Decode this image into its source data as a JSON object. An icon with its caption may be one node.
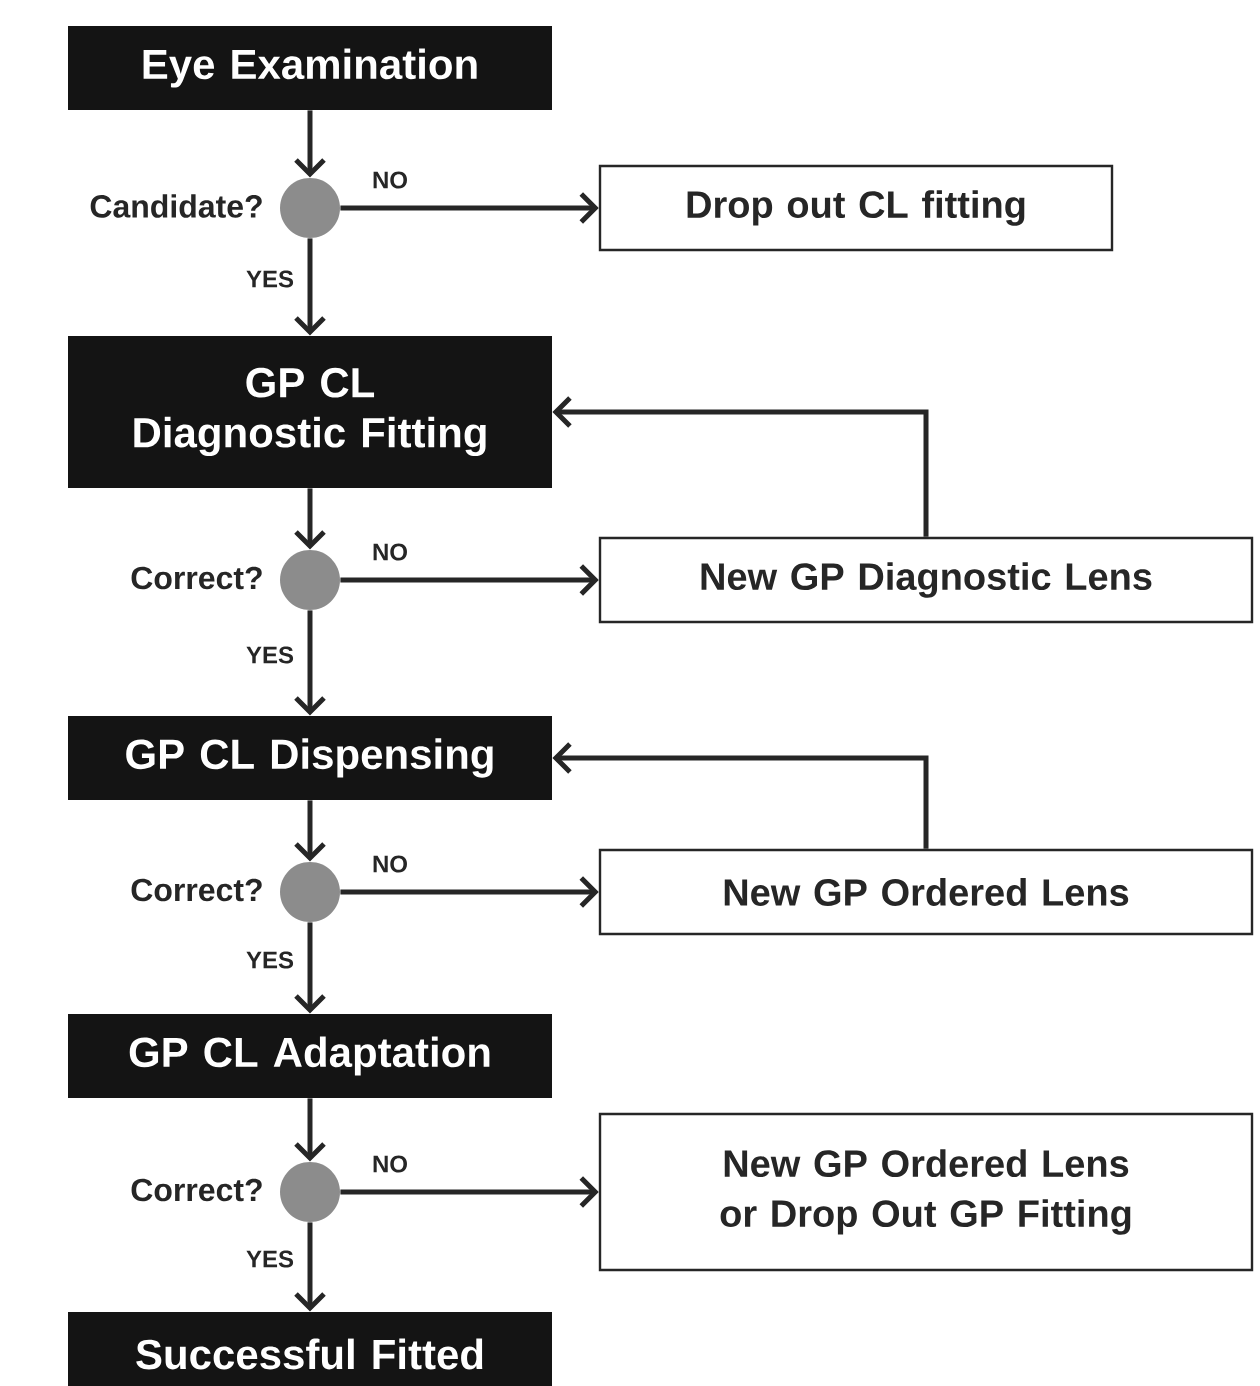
{
  "diagram": {
    "nodes": [
      {
        "text": [
          "Eye Examination"
        ]
      },
      {
        "text": [],
        "shape": "circle",
        "beside": [
          "Candidate?"
        ]
      },
      {
        "text": [
          "Drop out CL fitting"
        ]
      },
      {
        "text": [
          "GP CL Diagnostic Fitting"
        ]
      },
      {
        "text": [],
        "shape": "circle",
        "beside": [
          "Correct?"
        ]
      },
      {
        "text": [
          "New GP Diagnostic Lens"
        ]
      },
      {
        "text": [
          "GP CL Dispensing"
        ]
      },
      {
        "text": [],
        "shape": "circle",
        "beside": [
          "Correct?"
        ]
      },
      {
        "text": [
          "New GP Ordered Lens"
        ]
      },
      {
        "text": [
          "GP CL Adaptation"
        ]
      },
      {
        "text": [],
        "shape": "circle",
        "beside": [
          "Correct?"
        ]
      },
      {
        "text": [
          "New GP Ordered Lens or Drop Out GP Fitting"
        ]
      },
      {
        "text": [
          "Successful Fitted"
        ]
      }
    ],
    "edges": [
      {
        "from": 0,
        "to": 1,
        "arrow": "to"
      },
      {
        "from": 1,
        "to": 2,
        "arrow": "to",
        "label": "NO"
      },
      {
        "from": 1,
        "to": 3,
        "arrow": "to",
        "label": "YES"
      },
      {
        "from": 3,
        "to": 4,
        "arrow": "to"
      },
      {
        "from": 4,
        "to": 5,
        "arrow": "to",
        "label": "NO"
      },
      {
        "from": 4,
        "to": 6,
        "arrow": "to",
        "label": "YES"
      },
      {
        "from": 5,
        "to": 3,
        "arrow": "to"
      },
      {
        "from": 6,
        "to": 7,
        "arrow": "to"
      },
      {
        "from": 7,
        "to": 8,
        "arrow": "to",
        "label": "NO"
      },
      {
        "from": 7,
        "to": 9,
        "arrow": "to",
        "label": "YES"
      },
      {
        "from": 8,
        "to": 6,
        "arrow": "to"
      },
      {
        "from": 9,
        "to": 10,
        "arrow": "to"
      },
      {
        "from": 10,
        "to": 11,
        "arrow": "to",
        "label": "NO"
      },
      {
        "from": 10,
        "to": 12,
        "arrow": "to",
        "label": "YES"
      }
    ]
  }
}
